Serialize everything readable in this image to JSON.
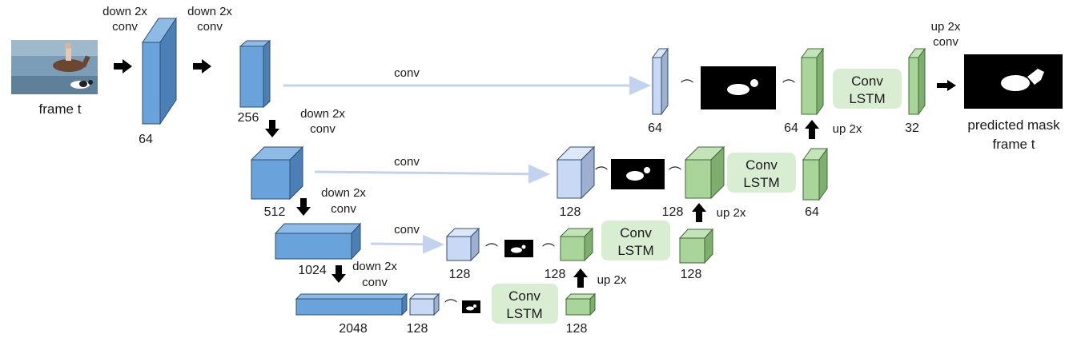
{
  "labels": {
    "down_conv_line1": "down 2x",
    "down_conv_line2": "conv",
    "conv": "conv",
    "up_2x": "up 2x",
    "up_conv_line1": "up 2x",
    "up_conv_line2": "conv",
    "frame_t": "frame t",
    "predicted_line1": "predicted mask",
    "predicted_line2": "frame t",
    "conv_lstm_line1": "Conv",
    "conv_lstm_line2": "LSTM",
    "concat": "⌒"
  },
  "channels": {
    "enc1": "64",
    "enc2": "256",
    "enc3": "512",
    "enc4": "1024",
    "enc5": "2048",
    "lvl4_reduce": "128",
    "lvl4_lstm_out": "128",
    "lvl3_reduce": "128",
    "lvl3_lstm_out": "128",
    "lvl3_up": "128",
    "lvl2_reduce": "128",
    "lvl2_lstm_out": "128",
    "lvl2_up": "64",
    "lvl1_reduce": "64",
    "lvl1_lstm_out": "64",
    "final": "32"
  },
  "colors": {
    "encoder_blue": "#6aa3dc",
    "skip_light_blue": "#c9d8f4",
    "decoder_green": "#a9d49a",
    "lstm_box": "#d9edd3",
    "arrow_light": "#c8d6f2",
    "mask_black": "#000000"
  }
}
